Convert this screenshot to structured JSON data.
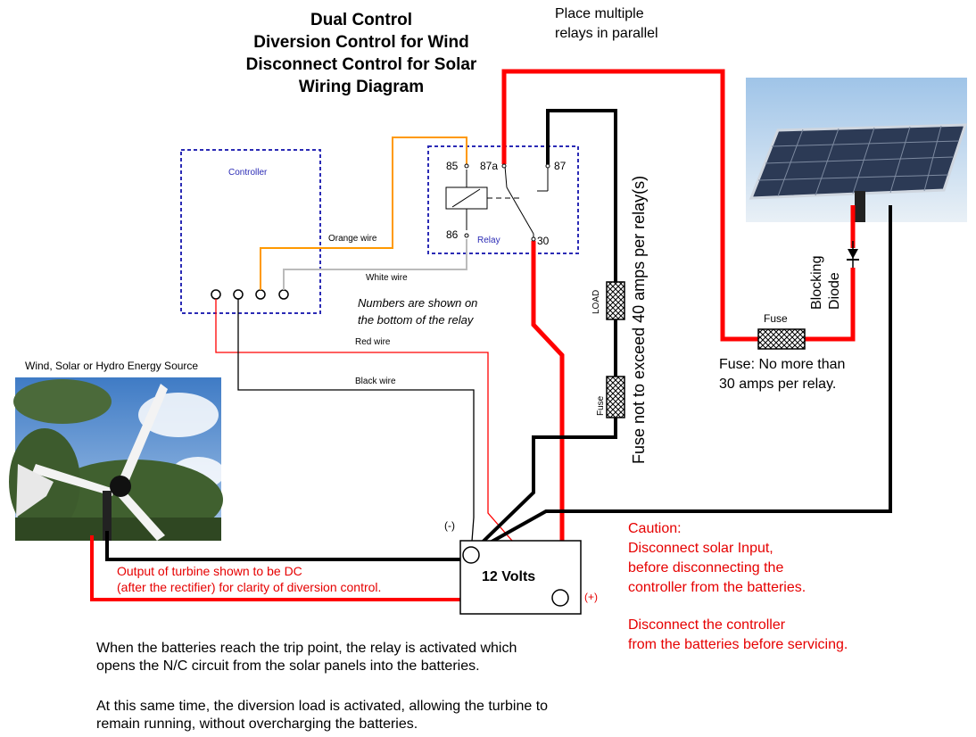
{
  "title_lines": [
    "Dual Control",
    "Diversion Control for Wind",
    "Disconnect Control for Solar",
    "Wiring Diagram"
  ],
  "labels": {
    "parallel": [
      "Place multiple",
      "relays in parallel"
    ],
    "controller": "Controller",
    "orange_wire": "Orange wire",
    "white_wire": "White wire",
    "relay": "Relay",
    "pin_85": "85",
    "pin_87a": "87a",
    "pin_87": "87",
    "pin_86": "86",
    "pin_30": "30",
    "numbers_note": [
      "Numbers are shown on",
      "the bottom of the relay"
    ],
    "red_wire": "Red wire",
    "black_wire": "Black wire",
    "energy_source": "Wind, Solar or Hydro Energy Source",
    "load": "LOAD",
    "fuse_small": "Fuse",
    "fuse_limit_vertical": "Fuse not to exceed 40 amps per relay(s)",
    "blocking_diode": [
      "Blocking",
      "Diode"
    ],
    "fuse_panel": "Fuse",
    "fuse_panel_note": [
      "Fuse: No more than",
      "30 amps per relay."
    ],
    "battery": "12 Volts",
    "neg": "(-)",
    "pos": "(+)",
    "turbine_output": [
      "Output of turbine shown to be DC",
      "(after the rectifier) for clarity of diversion control."
    ],
    "caution": [
      "Caution:",
      "Disconnect solar Input,",
      "before disconnecting the",
      "controller from the batteries.",
      "",
      "Disconnect the controller",
      "from the batteries before servicing."
    ],
    "bottom_text_1": [
      "When the batteries reach the trip point, the relay is activated which",
      "opens the N/C circuit from the solar panels into the batteries."
    ],
    "bottom_text_2": [
      "At this same time, the diversion load is activated, allowing the turbine to",
      "remain running, without overcharging the batteries."
    ]
  },
  "colors": {
    "red": "#ff0000",
    "black": "#000000",
    "orange": "#ff9900",
    "gray": "#bbbbbb",
    "blue_dash": "#2b2bb5",
    "caution_red": "#e60000"
  }
}
